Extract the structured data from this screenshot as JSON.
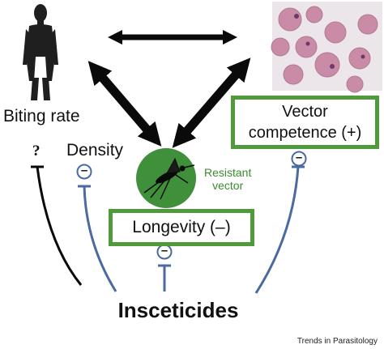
{
  "labels": {
    "biting_rate": "Biting rate",
    "density": "Density",
    "resistant_vector": "Resistant\nvector",
    "vector_competence": "Vector\ncompetence (+)",
    "longevity": "Longevity (–)",
    "insecticides": "Insceticides",
    "unknown_mark": "?",
    "inhibit_symbol": "–",
    "journal": "Trends in Parasitology"
  },
  "colors": {
    "green_border": "#4f9a3a",
    "green_circle": "#3f8f3b",
    "green_text": "#3b8a2f",
    "arrow_black": "#0a0a0a",
    "blue_line": "#4a6aa0",
    "rbc_fill": "#c98ba6",
    "background_cells": "#ece6ea"
  },
  "icons": [
    "human-silhouette-icon",
    "blood-cells-image",
    "mosquito-icon"
  ]
}
